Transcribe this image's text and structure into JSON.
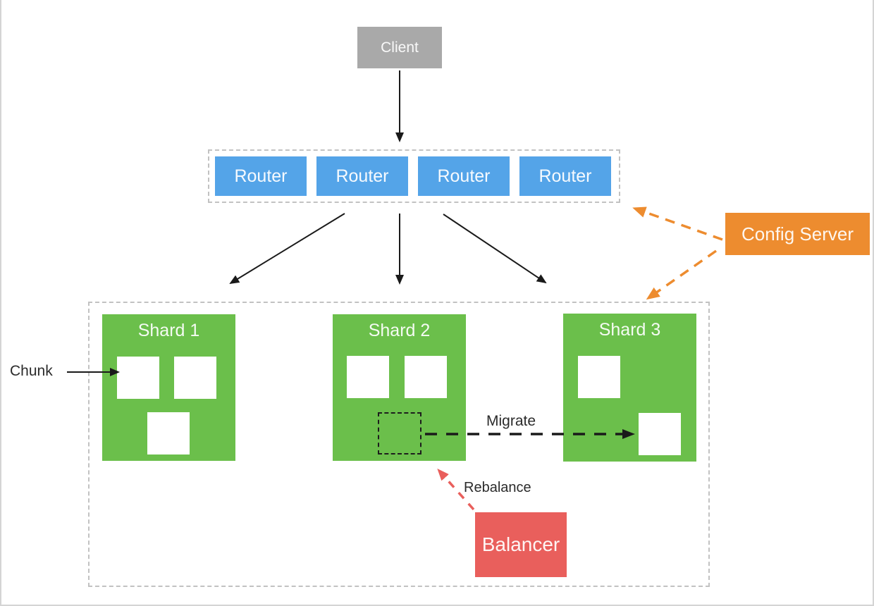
{
  "diagram": {
    "title_context": "Sharded cluster architecture diagram",
    "client": {
      "label": "Client"
    },
    "routers": {
      "items": [
        {
          "label": "Router"
        },
        {
          "label": "Router"
        },
        {
          "label": "Router"
        },
        {
          "label": "Router"
        }
      ]
    },
    "config_server": {
      "label": "Config Server"
    },
    "shards": [
      {
        "label": "Shard 1",
        "chunks": 3
      },
      {
        "label": "Shard 2",
        "chunks": 2,
        "pending_chunk_outline": true
      },
      {
        "label": "Shard 3",
        "chunks": 2
      }
    ],
    "balancer": {
      "label": "Balancer"
    },
    "annotations": {
      "chunk": "Chunk",
      "migrate": "Migrate",
      "rebalance": "Rebalance"
    },
    "colors": {
      "client_gray": "#a9a9a9",
      "router_blue": "#54a4e8",
      "shard_green": "#6bbf4b",
      "config_orange": "#ed8c2f",
      "balancer_red": "#e95f5c",
      "arrow_black": "#1a1a1a",
      "dashed_container_gray": "#c2c2c2",
      "note_text": "#2b2b2b"
    }
  }
}
